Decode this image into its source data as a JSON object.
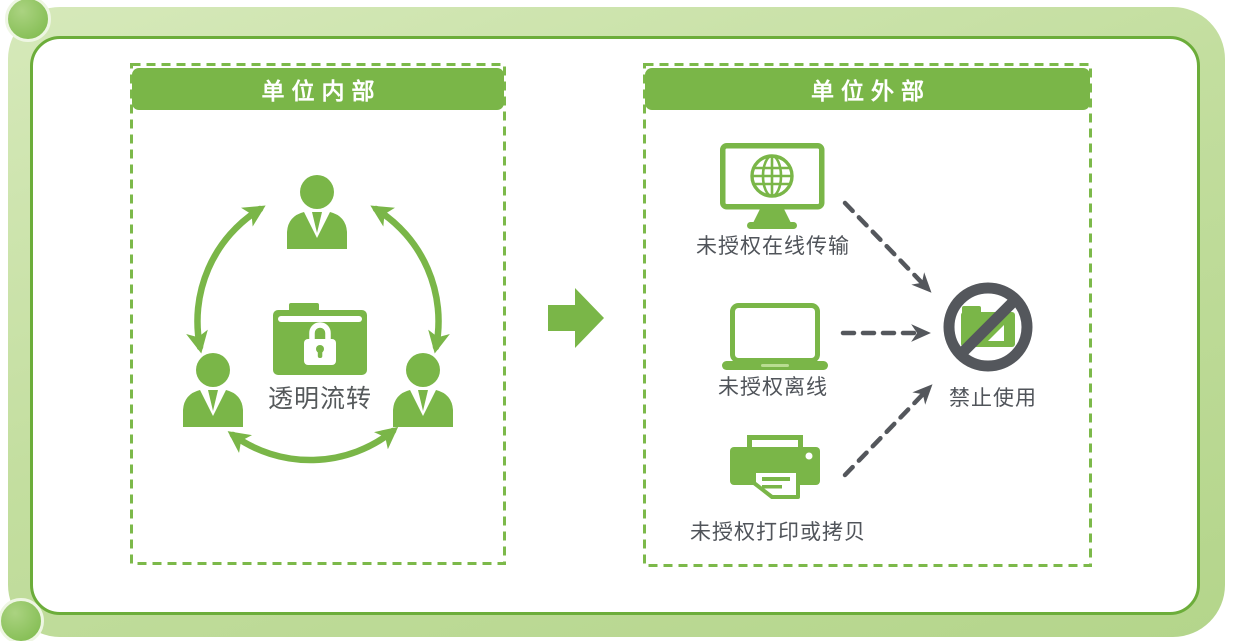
{
  "left_panel": {
    "title": "单位内部",
    "center_label": "透明流转",
    "icons": [
      "user-icon",
      "user-icon",
      "user-icon",
      "locked-folder-icon",
      "cycle-arrows-icon"
    ]
  },
  "right_panel": {
    "title": "单位外部",
    "items": [
      {
        "icon": "monitor-globe-icon",
        "label": "未授权在线传输"
      },
      {
        "icon": "laptop-icon",
        "label": "未授权离线"
      },
      {
        "icon": "printer-icon",
        "label": "未授权打印或拷贝"
      }
    ],
    "result_label": "禁止使用",
    "result_icon": "no-entry-folder-icon"
  },
  "flow_arrow_icon": "right-block-arrow-icon",
  "colors": {
    "green": "#7ab648",
    "frame_band": "#c3de9f",
    "frame_border_line": "#6cad3a",
    "dark_gray": "#54575c",
    "label_text": "#50545a",
    "header_text": "#ffffff"
  }
}
